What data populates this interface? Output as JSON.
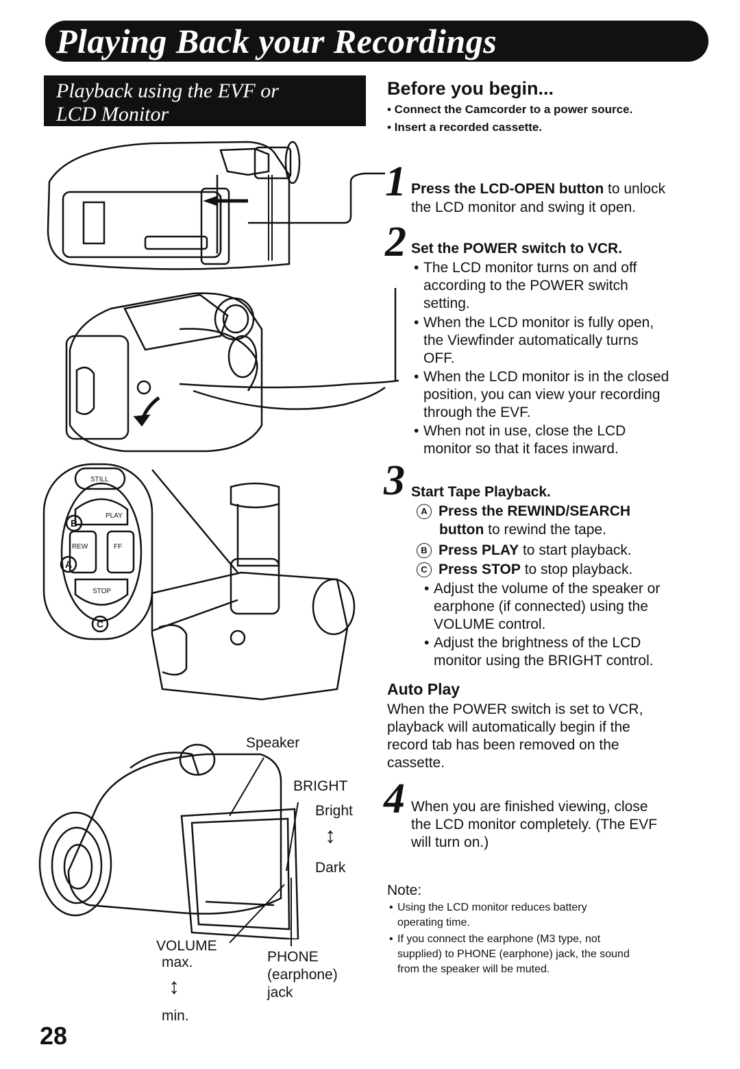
{
  "banner": {
    "title": "Playing Back your Recordings"
  },
  "section": {
    "line1": "Playback using the EVF or",
    "line2": "LCD Monitor"
  },
  "before": {
    "heading": "Before you begin...",
    "items": [
      "• Connect the Camcorder to a power source.",
      "• Insert a recorded cassette."
    ]
  },
  "step1": {
    "num": "1",
    "bold": "Press the LCD-OPEN button",
    "text": " to unlock",
    "line2": "the LCD monitor and swing it open."
  },
  "step2": {
    "num": "2",
    "title": "Set the POWER switch to VCR.",
    "bullets": [
      [
        "The LCD monitor turns on and off",
        "according to the POWER switch",
        "setting."
      ],
      [
        "When the LCD monitor is fully open,",
        "the Viewfinder automatically turns",
        "OFF."
      ],
      [
        "When the LCD monitor is in the closed",
        "position, you can view your recording",
        "through the EVF."
      ],
      [
        "When not in use, close the LCD",
        "monitor so that it faces inward."
      ]
    ]
  },
  "step3": {
    "num": "3",
    "title": "Start Tape Playback.",
    "a": {
      "mark": "A",
      "bold": "Press the REWIND/SEARCH",
      "bold2": "button",
      "text2": " to rewind the tape."
    },
    "b": {
      "mark": "B",
      "bold": "Press PLAY",
      "text": " to start playback."
    },
    "c": {
      "mark": "C",
      "bold": "Press STOP",
      "text": " to stop playback."
    },
    "bullets": [
      [
        "Adjust the volume of the speaker or",
        "earphone (if connected) using the",
        "VOLUME control."
      ],
      [
        "Adjust the brightness of the LCD",
        "monitor using the BRIGHT control."
      ]
    ]
  },
  "auto": {
    "heading": "Auto Play",
    "lines": [
      "When the POWER switch is set to VCR,",
      "playback will automatically begin if the",
      "record tab has been removed on the",
      "cassette."
    ]
  },
  "step4": {
    "num": "4",
    "lines": [
      "When you are finished viewing, close",
      "the LCD monitor completely. (The EVF",
      "will turn on.)"
    ]
  },
  "note": {
    "heading": "Note:",
    "items": [
      [
        "Using the LCD monitor reduces battery",
        "operating time."
      ],
      [
        "If you connect the earphone (M3 type, not",
        "supplied) to PHONE (earphone) jack, the sound",
        "from the speaker will be muted."
      ]
    ]
  },
  "labels": {
    "speaker": "Speaker",
    "bright": "BRIGHT",
    "bright_up": "Bright",
    "bright_down": "Dark",
    "volume": "VOLUME",
    "vol_max": "max.",
    "vol_min": "min.",
    "phone": "PHONE",
    "phone2": "(earphone)",
    "phone3": "jack",
    "still": "STILL",
    "play": "PLAY",
    "rew": "REW",
    "ff": "FF",
    "stop": "STOP",
    "mark_a": "A",
    "mark_b": "B",
    "mark_c": "C"
  },
  "page_number": "28"
}
